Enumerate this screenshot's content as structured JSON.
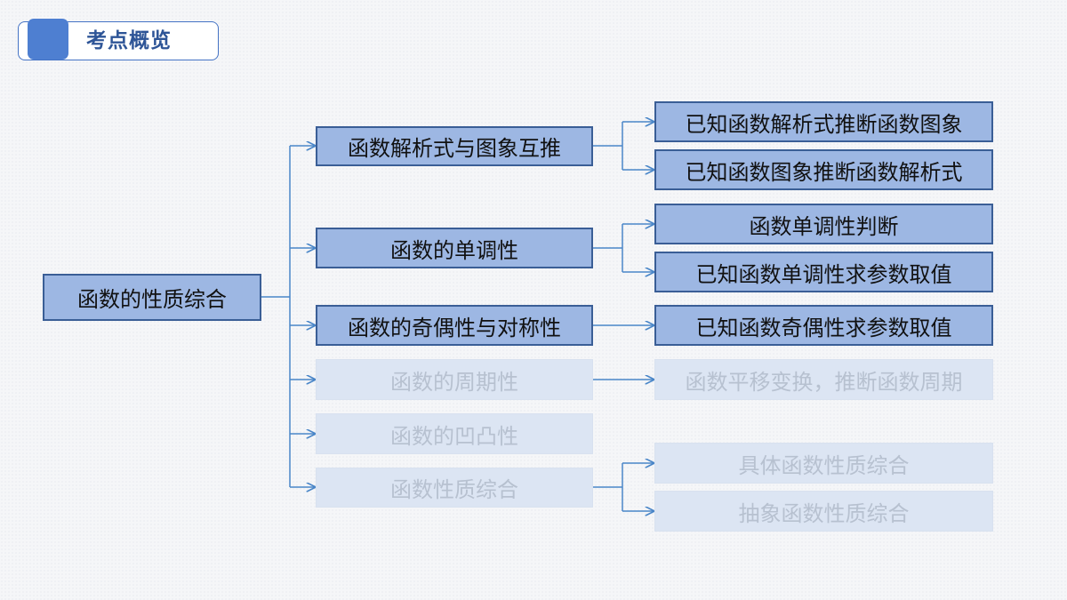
{
  "header": {
    "title": "考点概览"
  },
  "colors": {
    "active_fill": "#9db7e3",
    "active_border": "#3a5e96",
    "faded_fill": "#dce5f3",
    "faded_text": "#b7c1d0",
    "line": "#4a86c8"
  },
  "root": {
    "label": "函数的性质综合"
  },
  "branches": [
    {
      "label": "函数解析式与图象互推",
      "state": "active",
      "children": [
        "已知函数解析式推断函数图象",
        "已知函数图象推断函数解析式"
      ]
    },
    {
      "label": "函数的单调性",
      "state": "active",
      "children": [
        "函数单调性判断",
        "已知函数单调性求参数取值"
      ]
    },
    {
      "label": "函数的奇偶性与对称性",
      "state": "active",
      "children": [
        "已知函数奇偶性求参数取值"
      ]
    },
    {
      "label": "函数的周期性",
      "state": "faded",
      "children": [
        "函数平移变换，推断函数周期"
      ]
    },
    {
      "label": "函数的凹凸性",
      "state": "faded",
      "children": []
    },
    {
      "label": "函数性质综合",
      "state": "faded",
      "children": [
        "具体函数性质综合",
        "抽象函数性质综合"
      ]
    }
  ]
}
